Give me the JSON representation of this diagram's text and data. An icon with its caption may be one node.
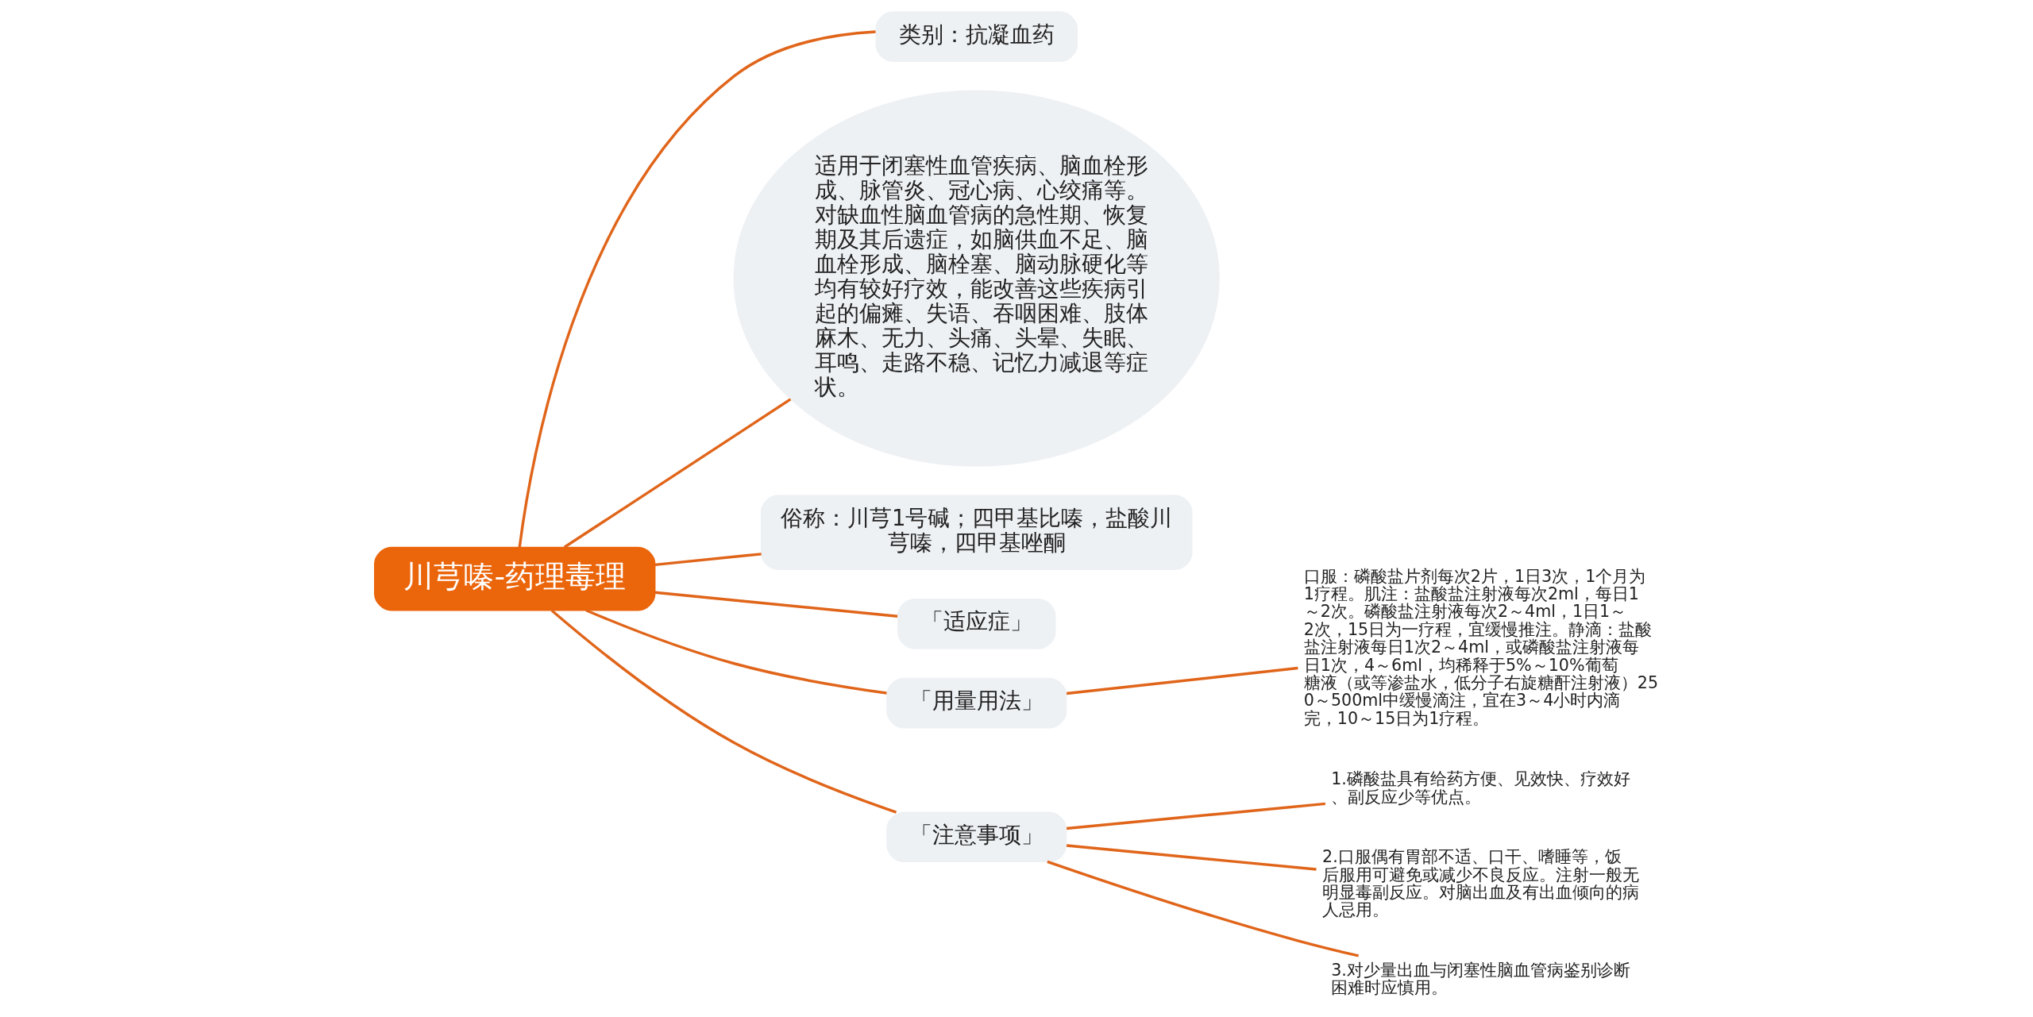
{
  "diagram": {
    "nodes": [
      {
        "text": [
          "川芎嗪-药理毒理"
        ]
      },
      {
        "text": [
          "类别：抗凝血药"
        ]
      },
      {
        "text": [
          "适用于闭塞性血管疾病、脑血栓形成、脉管炎、冠心病、心绞痛等。对缺血性脑血管病的急性期、恢复期及其后遗症，如脑供血不足、脑血栓形成、脑栓塞、脑动脉硬化等均有较好疗效，能改善这些疾病引起的偏瘫、失语、吞咽困难、肢体麻木、无力、头痛、头晕、失眠、耳鸣、走路不稳、记忆力减退等症状。"
        ]
      },
      {
        "text": [
          "俗称：川芎1号碱；四甲基比嗪，盐酸川芎嗪，四甲基唑酮"
        ]
      },
      {
        "text": [
          "「适应症」"
        ]
      },
      {
        "text": [
          "「用量用法」"
        ]
      },
      {
        "text": [
          "口服：磷酸盐片剂每次2片，1日3次，1个月为1疗程。肌注：盐酸盐注射液每次2ml，每日1～2次。磷酸盐注射液每次2～4ml，1日1～2次，15日为一疗程，宜缓慢推注。静滴：盐酸盐注射液每日1次2～4ml，或磷酸盐注射液每日1次，4～6ml，均稀释于5%～10%葡萄糖液（或等渗盐水，低分子右旋糖酐注射液）250～500ml中缓慢滴注，宜在3～4小时内滴完，10～15日为1疗程。"
        ]
      },
      {
        "text": [
          "「注意事项」"
        ]
      },
      {
        "text": [
          "1.磷酸盐具有给药方便、见效快、疗效好、副反应少等优点。"
        ]
      },
      {
        "text": [
          "2.口服偶有胃部不适、口干、嗜睡等，饭后服用可避免或减少不良反应。注射一般无明显毒副反应。对脑出血及有出血倾向的病人忌用。"
        ]
      },
      {
        "text": [
          "3.对少量出血与闭塞性脑血管病鉴别诊断困难时应慎用。"
        ]
      }
    ],
    "edges": [
      {
        "from": 0,
        "to": 1,
        "arrow": "none"
      },
      {
        "from": 0,
        "to": 2,
        "arrow": "none"
      },
      {
        "from": 0,
        "to": 3,
        "arrow": "none"
      },
      {
        "from": 0,
        "to": 4,
        "arrow": "none"
      },
      {
        "from": 0,
        "to": 5,
        "arrow": "none"
      },
      {
        "from": 5,
        "to": 6,
        "arrow": "none"
      },
      {
        "from": 0,
        "to": 7,
        "arrow": "none"
      },
      {
        "from": 7,
        "to": 8,
        "arrow": "none"
      },
      {
        "from": 7,
        "to": 9,
        "arrow": "none"
      },
      {
        "from": 7,
        "to": 10,
        "arrow": "none"
      }
    ]
  }
}
